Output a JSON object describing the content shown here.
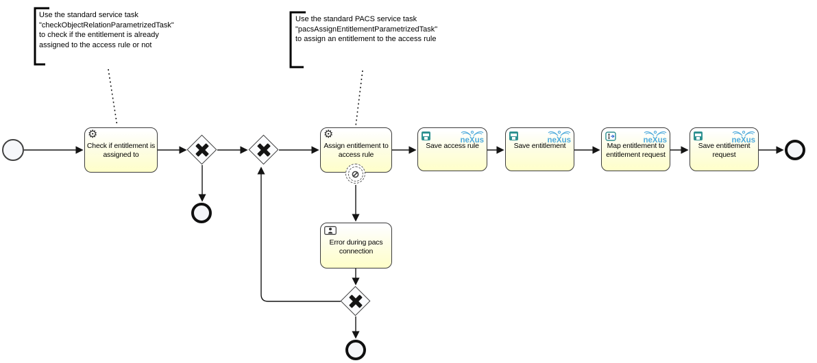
{
  "diagram": {
    "annotations": [
      {
        "text": "Use the standard service task\n\"checkObjectRelationParametrizedTask\"\nto check if the entitlement is already\nassigned to the access rule or not"
      },
      {
        "text": "Use the standard PACS service task\n\"pacsAssignEntitlementParametrizedTask\"\nto assign an entitlement to the access rule"
      }
    ],
    "tasks": [
      {
        "label": "Check if entitlement is assigned to",
        "icon": "gear-service-task-icon"
      },
      {
        "label": "Assign entitlement to access rule",
        "icon": "gear-service-task-icon"
      },
      {
        "label": "Save access rule",
        "icon": "floppy-save-icon",
        "brand": true
      },
      {
        "label": "Save entitlement",
        "icon": "floppy-save-icon",
        "brand": true
      },
      {
        "label": "Map entitlement to entitlement request",
        "icon": "map-io-icon",
        "brand": true
      },
      {
        "label": "Save entitlement request",
        "icon": "floppy-save-icon",
        "brand": true
      },
      {
        "label": "Error during pacs connection",
        "icon": "user-task-icon"
      }
    ],
    "brand": {
      "name": "neXus",
      "color": "#4fabdc"
    },
    "colors": {
      "task_fill_top": "#ffffff",
      "task_fill_bottom": "#ffffc9",
      "save_icon_teal": "#2e9191",
      "flow_line": "#141414"
    }
  }
}
